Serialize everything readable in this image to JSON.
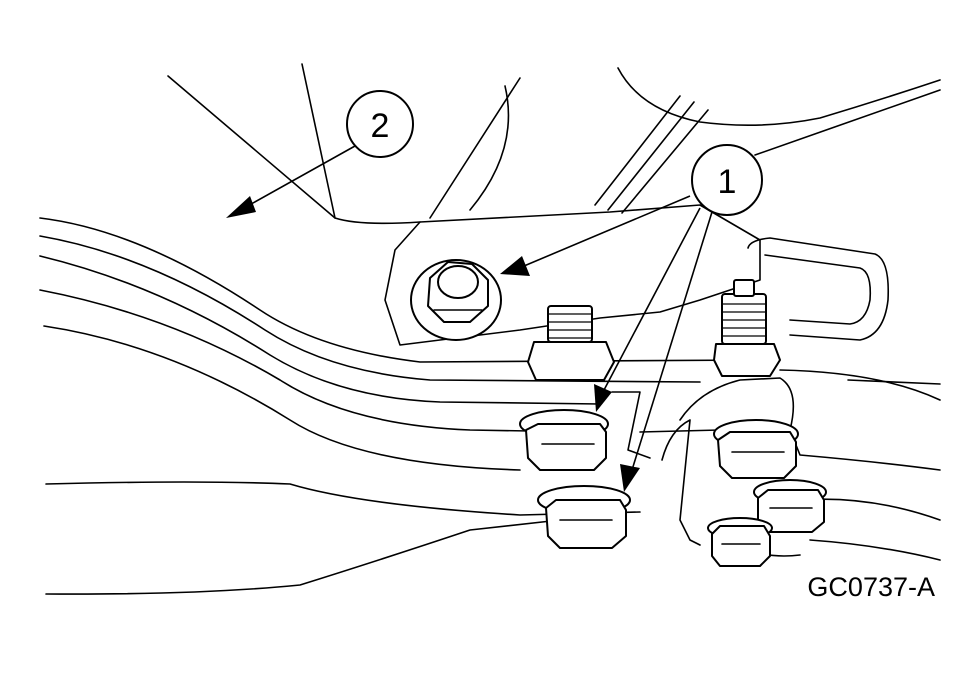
{
  "callouts": [
    {
      "id": "1",
      "label": "1"
    },
    {
      "id": "2",
      "label": "2"
    }
  ],
  "figure_id": "GC0737-A"
}
